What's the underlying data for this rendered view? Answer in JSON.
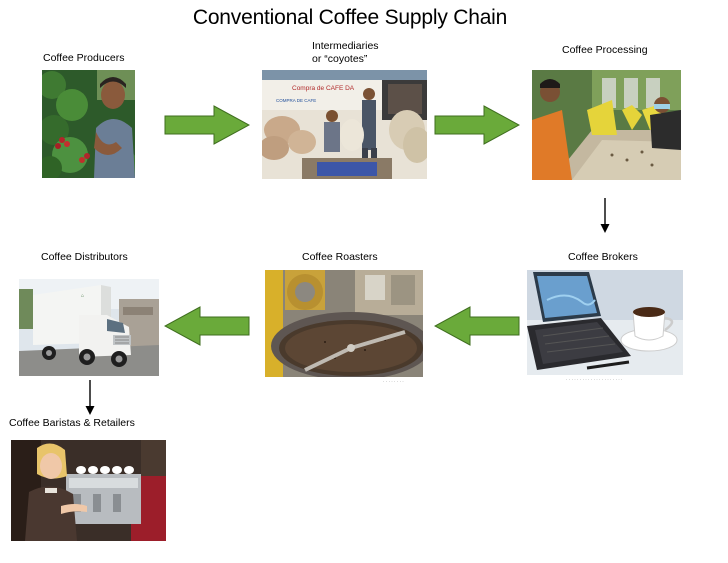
{
  "title": "Conventional Coffee Supply Chain",
  "nodes": {
    "producers": {
      "label": "Coffee Producers"
    },
    "intermediaries": {
      "label_line1": "Intermediaries",
      "label_line2": "or “coyotes”"
    },
    "processing": {
      "label": "Coffee Processing"
    },
    "brokers": {
      "label": "Coffee Brokers"
    },
    "roasters": {
      "label": "Coffee Roasters"
    },
    "distributors": {
      "label": "Coffee Distributors"
    },
    "baristas": {
      "label": "Coffee Baristas & Retailers"
    }
  },
  "colors": {
    "arrow_fill": "#6aaa3a",
    "arrow_stroke": "#3f6e1f",
    "connector": "#000000"
  },
  "icons": {
    "flow_arrow": "green-block-arrow",
    "down_arrow": "thin-down-arrow"
  }
}
